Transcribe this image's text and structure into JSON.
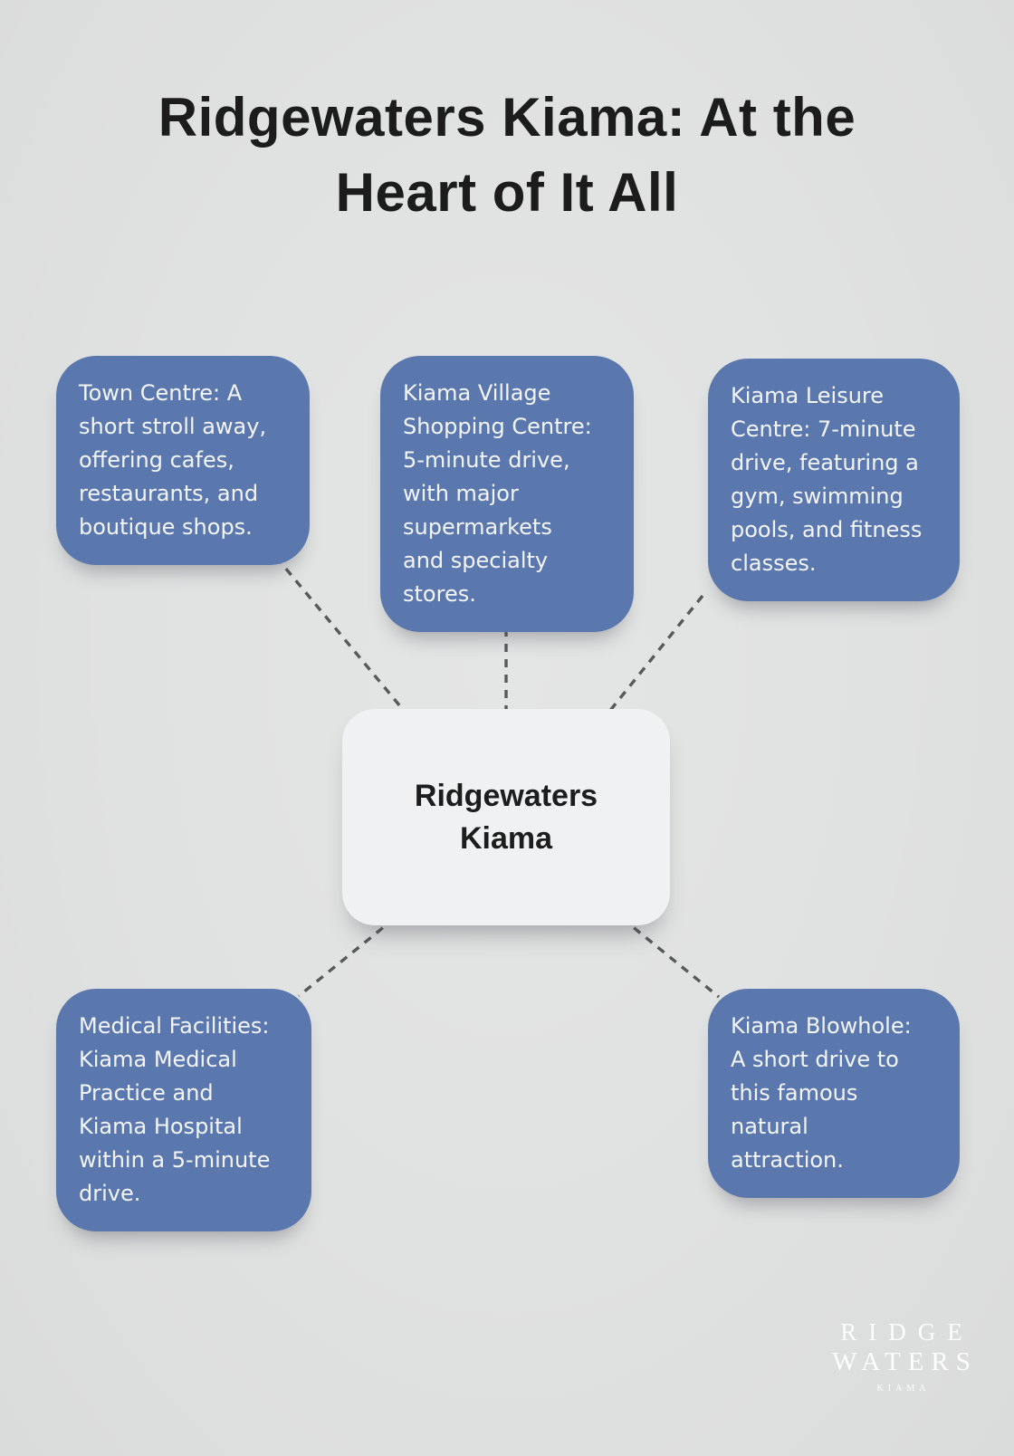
{
  "title": "Ridgewaters Kiama: At the\nHeart of It All",
  "center": {
    "label": "Ridgewaters\nKiama"
  },
  "nodes": [
    {
      "id": "town-centre",
      "text": "Town Centre: A\nshort stroll away,\noffering cafes,\nrestaurants, and\nboutique shops."
    },
    {
      "id": "shopping-centre",
      "text": "Kiama Village\nShopping Centre:\n5-minute drive,\nwith major\nsupermarkets\nand specialty\nstores."
    },
    {
      "id": "leisure-centre",
      "text": "Kiama Leisure\nCentre: 7-minute\ndrive, featuring a\ngym, swimming\npools, and fitness\nclasses."
    },
    {
      "id": "medical-facilities",
      "text": "Medical Facilities:\nKiama Medical\nPractice and\nKiama Hospital\nwithin a 5-minute\ndrive."
    },
    {
      "id": "blowhole",
      "text": "Kiama Blowhole:\nA short drive to\nthis famous\nnatural\nattraction."
    }
  ],
  "logo": {
    "line1": "RIDGE",
    "line2": "WATERS",
    "line3": "KIAMA"
  },
  "colors": {
    "background": "#e0e1e1",
    "node_fill": "#5b78ae",
    "node_text": "#f3f5f9",
    "center_fill": "#f0f1f2",
    "center_text": "#1d1d1d",
    "connector": "#58595a",
    "title_text": "#1c1c1c",
    "logo_text": "#fdfdfe"
  }
}
